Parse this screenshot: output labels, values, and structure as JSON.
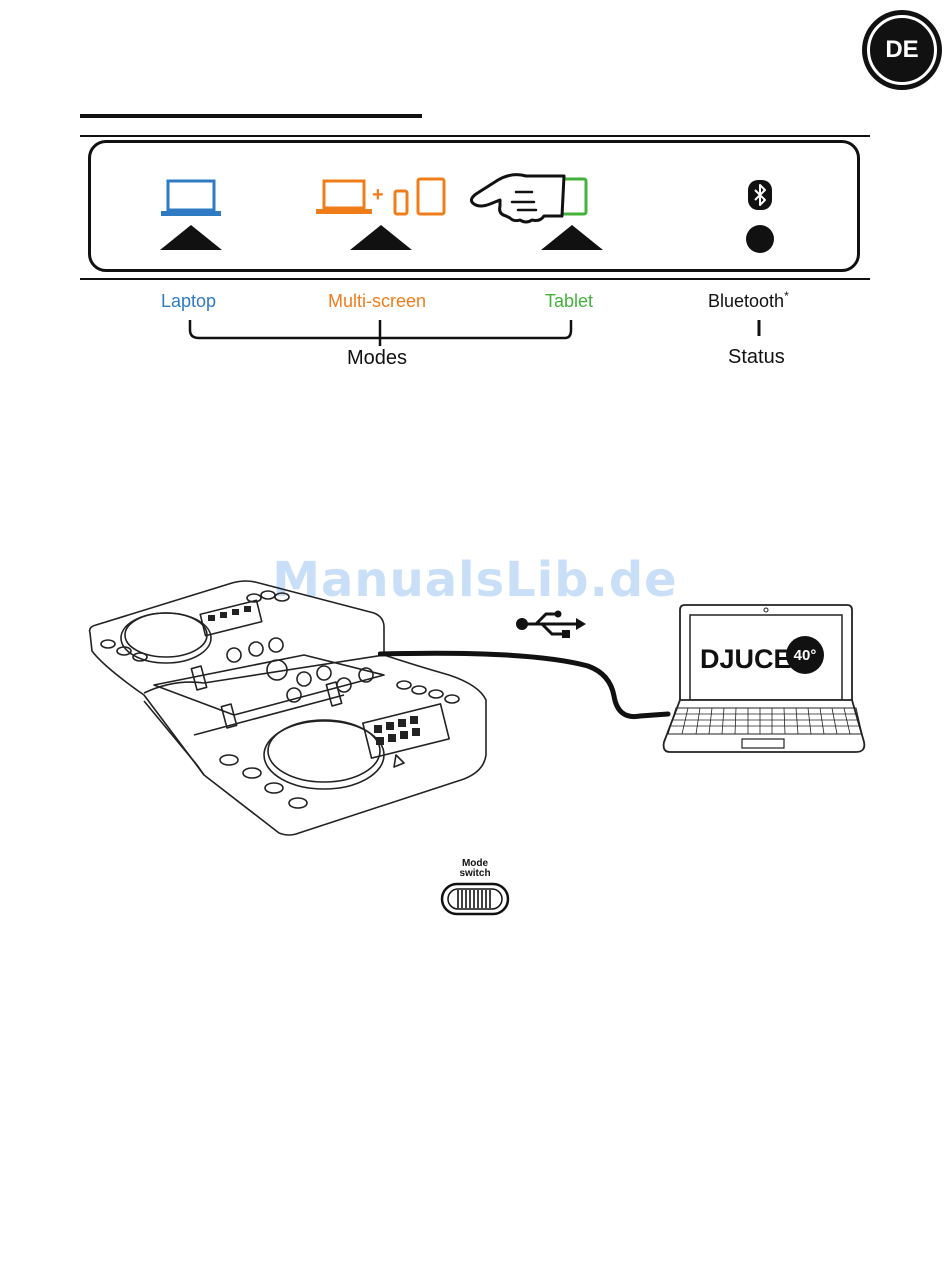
{
  "language_badge": "DE",
  "modes_panel": {
    "modes_label": "Modes",
    "laptop_label": "Laptop",
    "multiscreen_label": "Multi-screen",
    "tablet_label": "Tablet",
    "bluetooth_label": "Bluetooth",
    "bluetooth_superscript": "*",
    "status_label": "Status",
    "plus_sign": "+",
    "colors": {
      "laptop": "#2e7bc4",
      "multiscreen": "#f07d1a",
      "tablet": "#43b23a"
    }
  },
  "watermark": "ManualsLib.de",
  "laptop_screen": {
    "brand": "DJUCED",
    "trademark": "™",
    "version": "40°"
  },
  "mode_switch": {
    "line1": "Mode",
    "line2": "switch"
  }
}
